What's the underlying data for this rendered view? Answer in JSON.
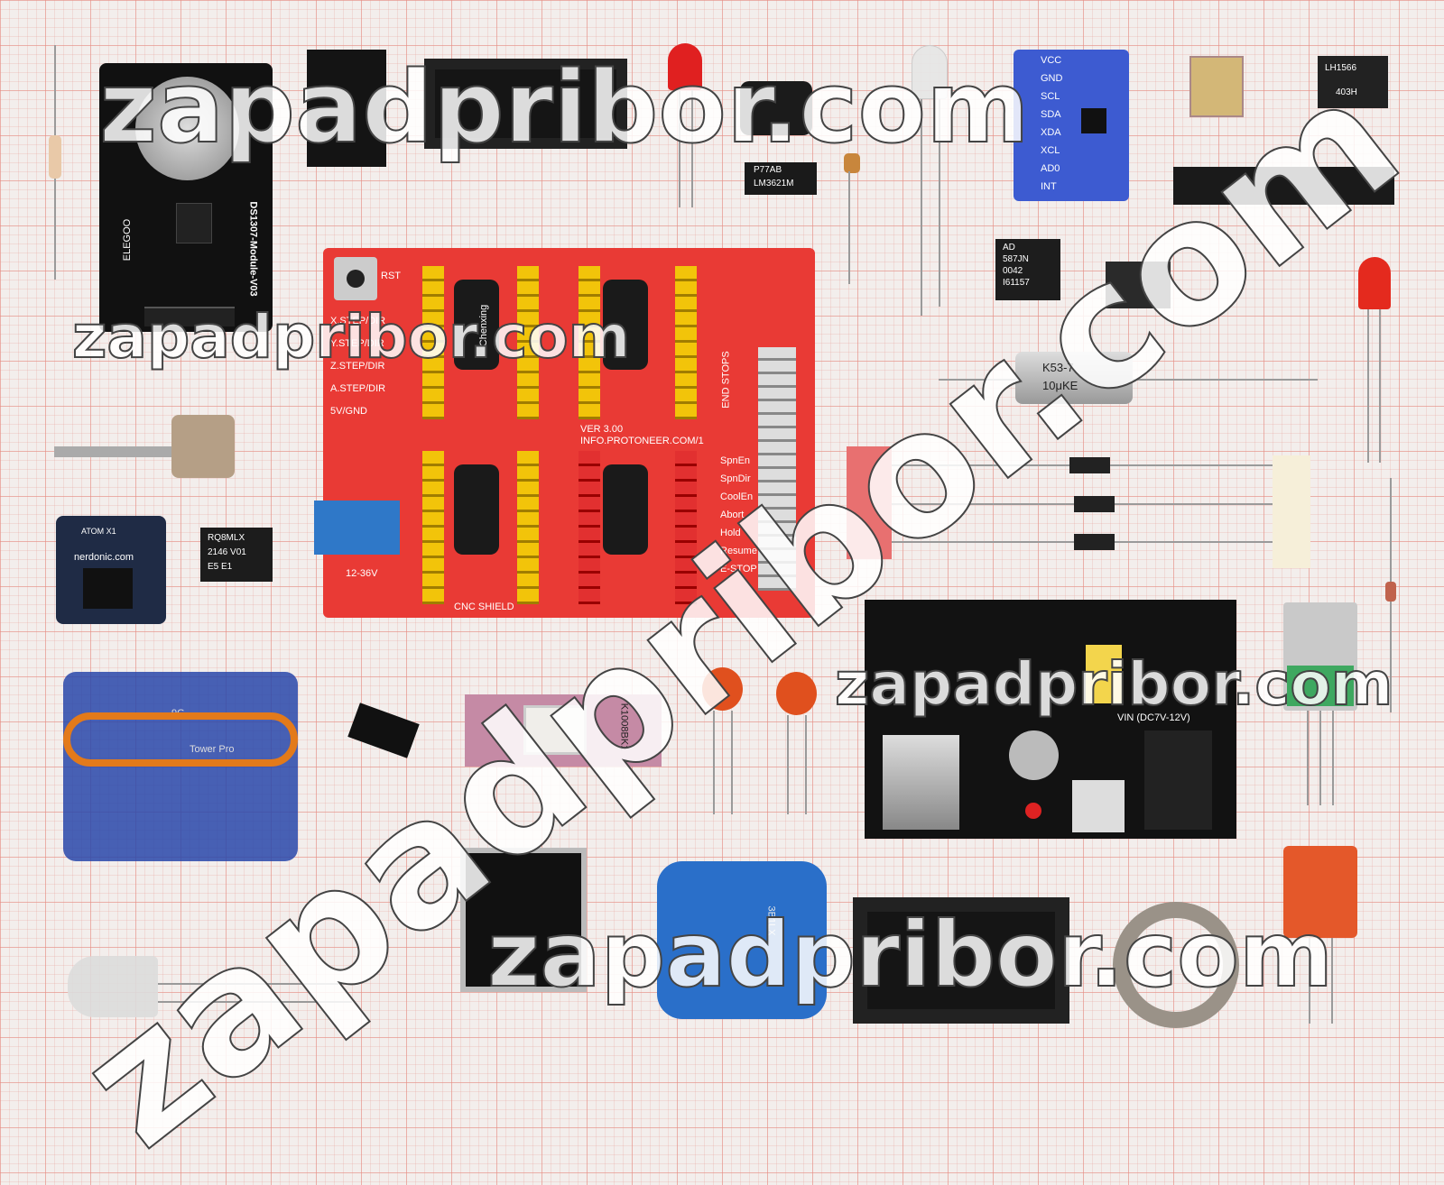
{
  "watermark": "zapadpribor.com",
  "components": {
    "rtc_module": {
      "brand": "ELEGOO",
      "model": "DS1307-Module-V03"
    },
    "cnc_shield": {
      "title": "CNC SHIELD",
      "voltage": "12-36V",
      "version": "VER 3.00",
      "url": "INFO.PROTONEER.COM/1",
      "reset": "RST",
      "end_stops": "END STOPS",
      "axis_labels": [
        "X.STEP/DIR",
        "Y.STEP/DIR",
        "Z.STEP/DIR",
        "A.STEP/DIR",
        "5V/GND"
      ],
      "side_labels": [
        "SpnEn",
        "SpnDir",
        "CoolEn",
        "Abort",
        "Hold",
        "Resume",
        "E-STOP"
      ],
      "cap_brand": "Chenxing"
    },
    "ic_lm3621": {
      "line1": "P77AB",
      "line2": "LM3621M"
    },
    "ic_ad587": {
      "line1": "AD",
      "line2": "587JN",
      "line3": "0042",
      "line4": "I61157"
    },
    "ic_lh": {
      "line1": "LH1566",
      "line2": "403H"
    },
    "capacitor_k53": {
      "line1": "K53-7",
      "line2": "10μKE"
    },
    "gyro_module": {
      "pins": [
        "VCC",
        "GND",
        "SCL",
        "SDA",
        "XDA",
        "XCL",
        "AD0",
        "INT"
      ]
    },
    "atom_board": {
      "line1": "ATOM X1",
      "site": "nerdonic.com"
    },
    "ic_rq8": {
      "line1": "RQ8MLX",
      "line2": "2146 V01",
      "line3": "E5   E1"
    },
    "power_module": {
      "vin": "VIN (DC7V-12V)"
    },
    "eprom": {
      "label": "K1008BK1"
    },
    "elco": {
      "label": "3B1LX"
    },
    "servo": {
      "label": "Tower Pro",
      "model": "9G"
    }
  }
}
